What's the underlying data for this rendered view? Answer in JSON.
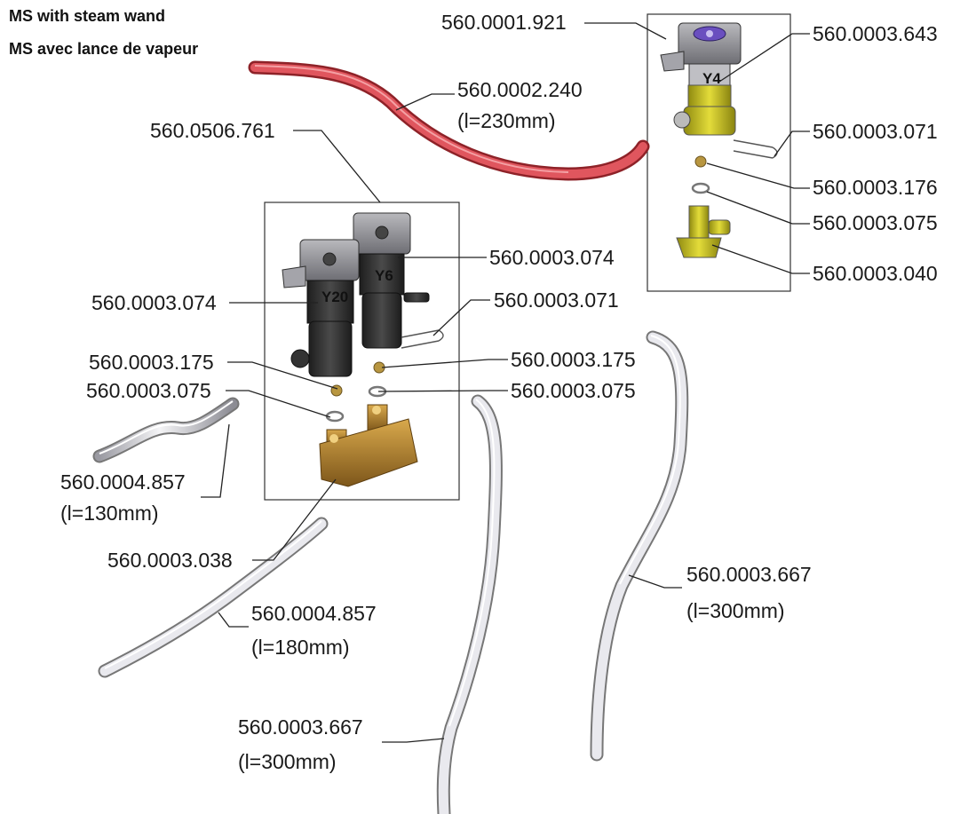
{
  "title": {
    "line1": "MS with steam wand",
    "line2": "MS avec lance de vapeur"
  },
  "valve_tags": {
    "y4": "Y4",
    "y6": "Y6",
    "y20": "Y20"
  },
  "parts": {
    "p_560_0001_921": "560.0001.921",
    "p_560_0003_643": "560.0003.643",
    "p_560_0002_240": "560.0002.240",
    "p_560_0002_240_len": "(l=230mm)",
    "p_560_0003_071_right": "560.0003.071",
    "p_560_0003_176": "560.0003.176",
    "p_560_0003_075_right": "560.0003.075",
    "p_560_0003_040": "560.0003.040",
    "p_560_0506_761": "560.0506.761",
    "p_560_0003_074_upper": "560.0003.074",
    "p_560_0003_074_left": "560.0003.074",
    "p_560_0003_071_mid": "560.0003.071",
    "p_560_0003_175_left": "560.0003.175",
    "p_560_0003_175_right": "560.0003.175",
    "p_560_0003_075_left": "560.0003.075",
    "p_560_0003_075_mid": "560.0003.075",
    "p_560_0004_857_a": "560.0004.857",
    "p_560_0004_857_a_len": "(l=130mm)",
    "p_560_0003_038": "560.0003.038",
    "p_560_0004_857_b": "560.0004.857",
    "p_560_0004_857_b_len": "(l=180mm)",
    "p_560_0003_667_right": "560.0003.667",
    "p_560_0003_667_right_len": "(l=300mm)",
    "p_560_0003_667_bottom": "560.0003.667",
    "p_560_0003_667_bottom_len": "(l=300mm)"
  },
  "colors": {
    "valve_body": "#3a3a3a",
    "coil_purple": "#6a4fbf",
    "brass_yellow": "#d8cf1e",
    "bronze_manifold": "#b8892e",
    "steam_hose_red": "#d9424a",
    "white_tube": "#e6e6ea",
    "leader_line": "#222222"
  }
}
